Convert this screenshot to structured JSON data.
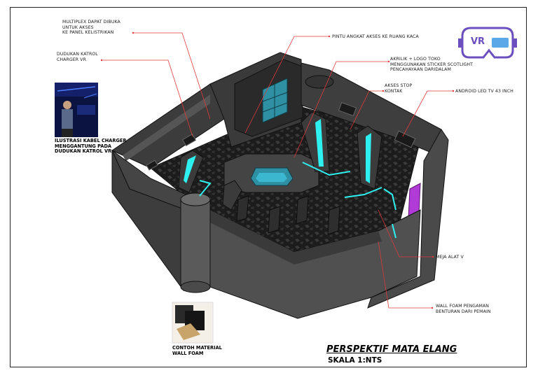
{
  "annotations": {
    "multiplex": "MULTIPLEX DAPAT DIBUKA\nUNTUK AKSES\nKE PANEL KELISTRIKAN",
    "dudukan": "DUDUKAN KATROL\nCHARGER VR",
    "pintu": "PINTU ANGKAT AKSES KE RUANG KACA",
    "akrilik": "AKRILIK + LOGO TOKO\nMENGGUNAKAN STICKER SCOTLIGHT\nPENCAHAYAAN DARIDALAM",
    "stop_kontak": "AKSES STOP\nKONTAK",
    "android_tv": "ANDROID LED TV 43 INCH",
    "meja": "MEJA ALAT V",
    "wall_foam": "WALL FOAM PENGAMAN\nBENTURAN DARI PEMAIN"
  },
  "captions": {
    "ilustrasi": "ILUSTRASI KABEL CHARGER\nMENGGANTUNG PADA\nDUDUKAN KATROL VR",
    "contoh": "CONTOH MATERIAL\nWALL FOAM"
  },
  "title": "PERSPEKTIF MATA ELANG",
  "subtitle": "SKALA 1:NTS",
  "logo_text": "VR",
  "colors": {
    "wall": "#4a4a4a",
    "wall_dark": "#2f2f2f",
    "floor": "#1f1f1f",
    "cyan": "#2ff0f0",
    "leader": "#e0393a",
    "logo": "#6b4fbf",
    "purple": "#b13bd6"
  }
}
